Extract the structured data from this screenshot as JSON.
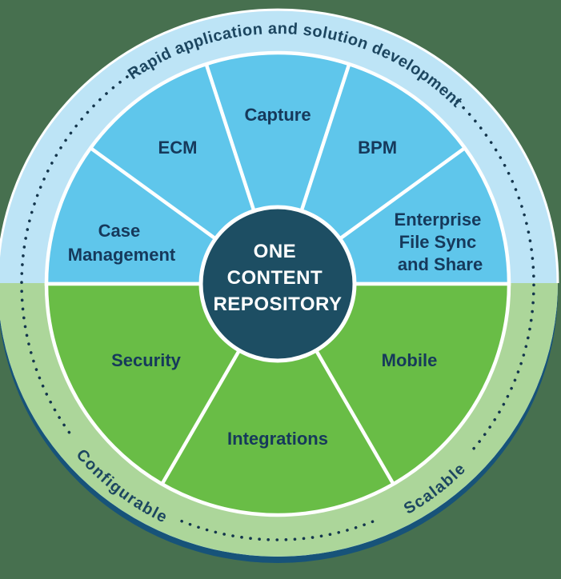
{
  "diagram": {
    "center": {
      "label": "ONE CONTENT REPOSITORY",
      "lines": [
        "ONE",
        "CONTENT",
        "REPOSITORY"
      ]
    },
    "ring": {
      "top_text": "Rapid application and solution development",
      "bottom_left_text": "Configurable",
      "bottom_right_text": "Scalable"
    },
    "segments": {
      "top": [
        {
          "label": "Case Management",
          "lines": [
            "Case",
            "Management"
          ]
        },
        {
          "label": "ECM",
          "lines": [
            "ECM"
          ]
        },
        {
          "label": "Capture",
          "lines": [
            "Capture"
          ]
        },
        {
          "label": "BPM",
          "lines": [
            "BPM"
          ]
        },
        {
          "label": "Enterprise File Sync and Share",
          "lines": [
            "Enterprise",
            "File Sync",
            "and Share"
          ]
        }
      ],
      "bottom": [
        {
          "label": "Security",
          "lines": [
            "Security"
          ]
        },
        {
          "label": "Integrations",
          "lines": [
            "Integrations"
          ]
        },
        {
          "label": "Mobile",
          "lines": [
            "Mobile"
          ]
        }
      ]
    }
  },
  "colors": {
    "background": "#47704F",
    "rim_shadow": "#175379",
    "outer_ring_top": "#BDE4F6",
    "outer_ring_bottom": "#ACD69A",
    "inner_top": "#5FC6EB",
    "inner_bottom": "#69BD46",
    "center_circle": "#1D4E63",
    "center_text": "#FFFFFF",
    "label_text": "#16395B",
    "ring_text": "#1C4660",
    "dots": "#14364D"
  }
}
